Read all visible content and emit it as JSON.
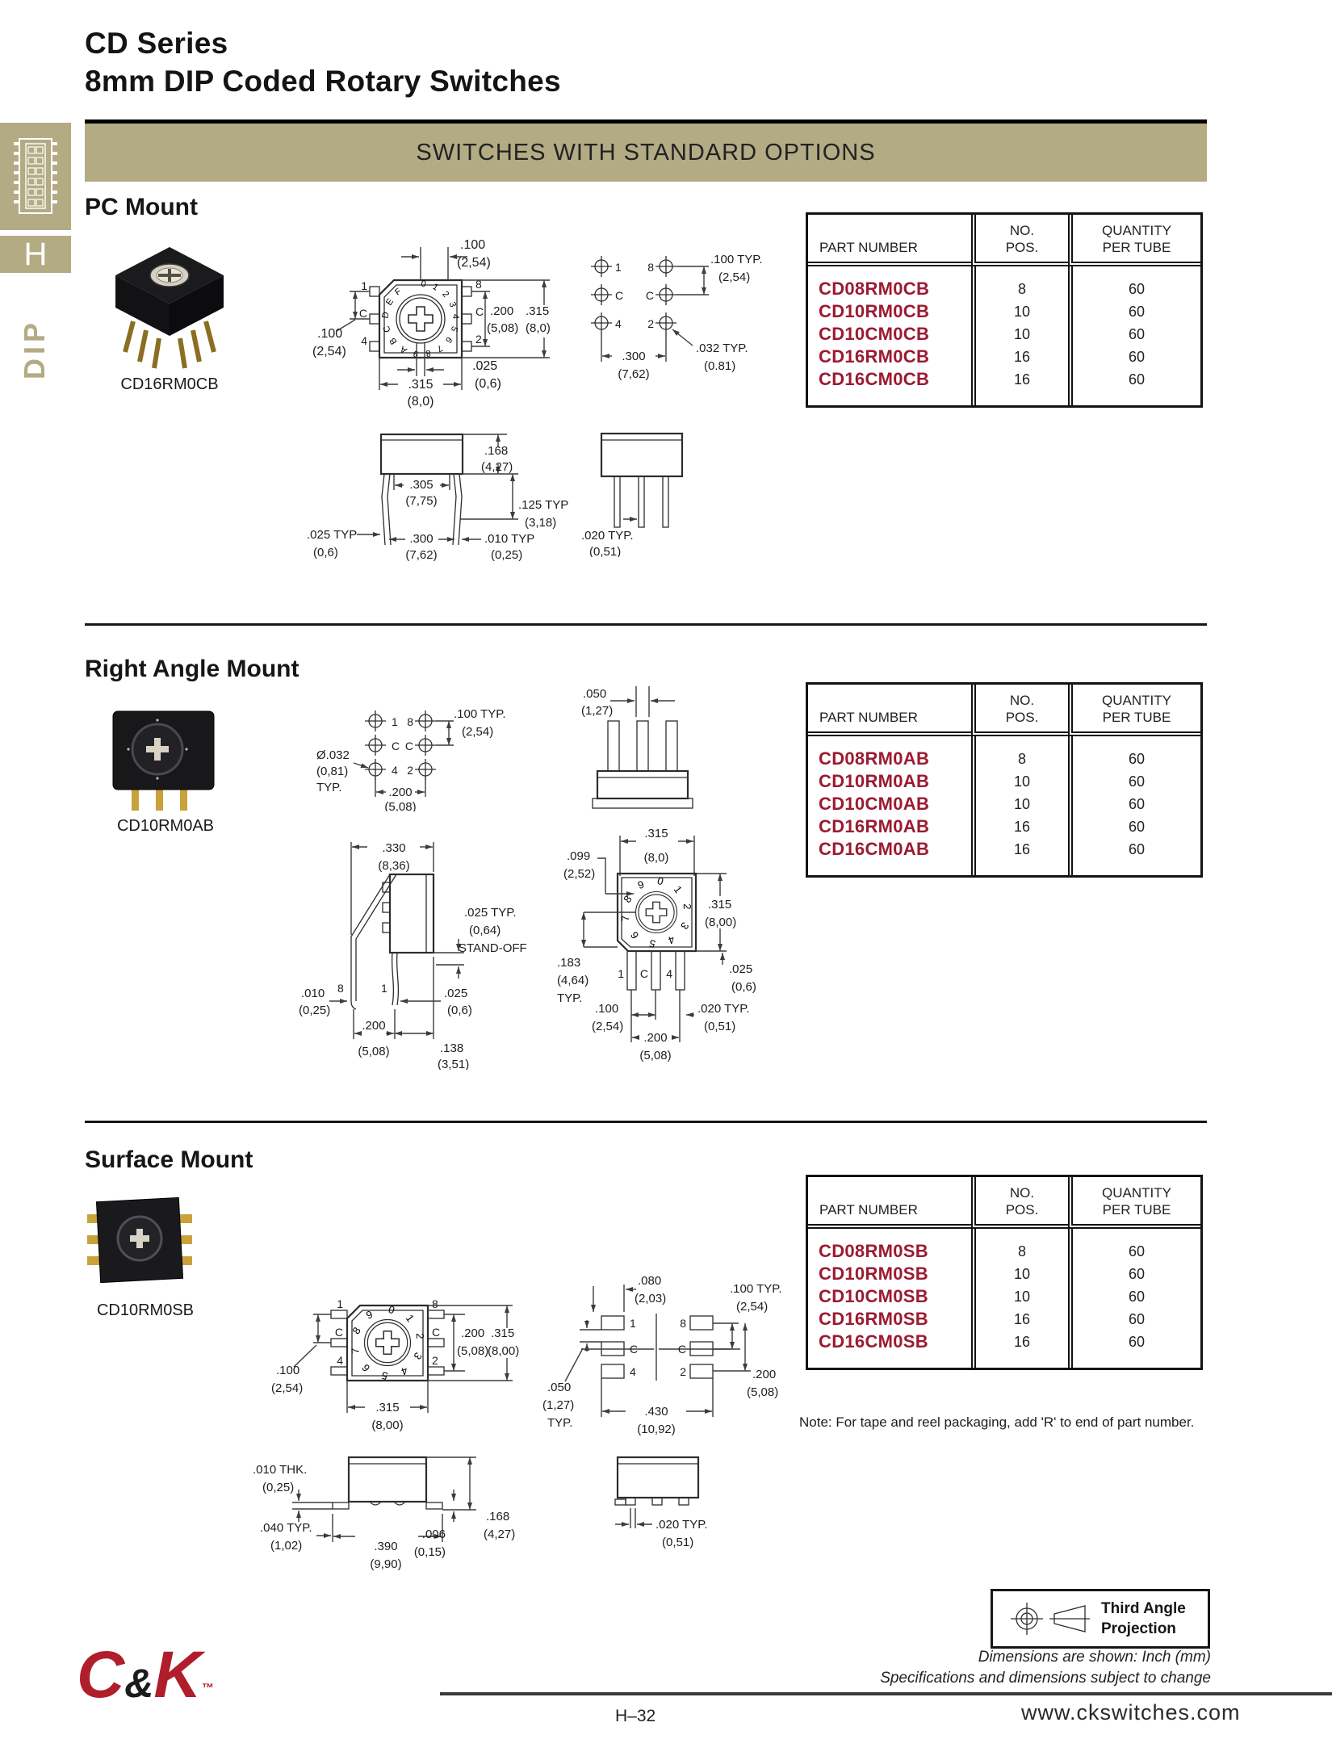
{
  "page": {
    "title_line1": "CD Series",
    "title_line2": "8mm DIP Coded Rotary Switches",
    "banner": "SWITCHES WITH STANDARD OPTIONS",
    "sidebar_tab": "H",
    "sidebar_vertical": "DIP",
    "page_number": "H–32",
    "website": "www.ckswitches.com",
    "footnote_line1": "Dimensions are shown: Inch (mm)",
    "footnote_line2": "Specifications and dimensions subject to change",
    "projection_line1": "Third Angle",
    "projection_line2": "Projection",
    "logo_c": "C",
    "logo_amp": "&",
    "logo_k": "K",
    "logo_tm": "™"
  },
  "table_headers": {
    "part": "PART NUMBER",
    "pos": "NO.\nPOS.",
    "qty": "QUANTITY\nPER TUBE"
  },
  "sections": [
    {
      "heading": "PC Mount",
      "photo_caption": "CD16RM0CB",
      "rows": [
        {
          "part": "CD08RM0CB",
          "pos": "8",
          "qty": "60"
        },
        {
          "part": "CD10RM0CB",
          "pos": "10",
          "qty": "60"
        },
        {
          "part": "CD10CM0CB",
          "pos": "10",
          "qty": "60"
        },
        {
          "part": "CD16RM0CB",
          "pos": "16",
          "qty": "60"
        },
        {
          "part": "CD16CM0CB",
          "pos": "16",
          "qty": "60"
        }
      ]
    },
    {
      "heading": "Right Angle Mount",
      "photo_caption": "CD10RM0AB",
      "rows": [
        {
          "part": "CD08RM0AB",
          "pos": "8",
          "qty": "60"
        },
        {
          "part": "CD10RM0AB",
          "pos": "10",
          "qty": "60"
        },
        {
          "part": "CD10CM0AB",
          "pos": "10",
          "qty": "60"
        },
        {
          "part": "CD16RM0AB",
          "pos": "16",
          "qty": "60"
        },
        {
          "part": "CD16CM0AB",
          "pos": "16",
          "qty": "60"
        }
      ]
    },
    {
      "heading": "Surface Mount",
      "photo_caption": "CD10RM0SB",
      "note": "Note: For tape and reel packaging, add 'R' to end of part number.",
      "rows": [
        {
          "part": "CD08RM0SB",
          "pos": "8",
          "qty": "60"
        },
        {
          "part": "CD10RM0SB",
          "pos": "10",
          "qty": "60"
        },
        {
          "part": "CD10CM0SB",
          "pos": "10",
          "qty": "60"
        },
        {
          "part": "CD16RM0SB",
          "pos": "16",
          "qty": "60"
        },
        {
          "part": "CD16CM0SB",
          "pos": "16",
          "qty": "60"
        }
      ]
    }
  ],
  "drawings": {
    "pc_top": {
      "dial": "0123456789ABCDEF",
      "pins_left": [
        "1",
        "C",
        "4"
      ],
      "pins_right": [
        "8",
        "C",
        "2"
      ],
      "dim_top": [
        ".100",
        "(2,54)"
      ],
      "dim_left": [
        ".100",
        "(2,54)"
      ],
      "dim_r200": [
        ".200",
        "(5,08)"
      ],
      "dim_r315": [
        ".315",
        "(8,0)"
      ],
      "dim_bottom": [
        ".315",
        "(8,0)"
      ],
      "dim_slot": [
        ".025",
        "(0,6)"
      ]
    },
    "pc_pcb": {
      "pins_left": [
        "1",
        "C",
        "4"
      ],
      "pins_right": [
        "8",
        "C",
        "2"
      ],
      "dim_pitch": [
        ".100 TYP.",
        "(2,54)"
      ],
      "dim_row": [
        ".300",
        "(7,62)"
      ],
      "dim_hole": [
        ".032 TYP.",
        "(0.81)"
      ]
    },
    "pc_front": {
      "dim_h": [
        ".168",
        "(4,27)"
      ],
      "dim_shoulder": [
        ".305",
        "(7,75)"
      ],
      "dim_leg": [
        ".125 TYP",
        "(3,18)"
      ],
      "dim_legw": [
        ".025 TYP",
        "(0,6)"
      ],
      "dim_span": [
        ".300",
        "(7,62)"
      ],
      "dim_legt": [
        ".010 TYP",
        "(0,25)"
      ]
    },
    "pc_side": {
      "dim_legt": [
        ".020 TYP.",
        "(0,51)"
      ]
    },
    "ra_pcb": {
      "pins_l": [
        "1",
        "C",
        "4"
      ],
      "pins_r": [
        "8",
        "C",
        "2"
      ],
      "dim_hole": [
        "Ø.032",
        "(0,81)",
        "TYP."
      ],
      "dim_pitch": [
        ".100 TYP.",
        "(2,54)"
      ],
      "dim_row": [
        ".200",
        "(5,08)"
      ]
    },
    "ra_top": {
      "dim_pin": [
        ".050",
        "(1,27)"
      ]
    },
    "ra_side": {
      "dim_w": [
        ".330",
        "(8,36)"
      ],
      "standoff": [
        ".025 TYP.",
        "(0,64)",
        "STAND-OFF"
      ],
      "pin8": "8",
      "pin1": "1",
      "dim_legt": [
        ".010",
        "(0,25)"
      ],
      "dim_span": [
        ".200",
        "(5,08)"
      ],
      "dim_back": [
        ".138",
        "(3,51)"
      ],
      "dim_legw": [
        ".025",
        "(0,6)"
      ]
    },
    "ra_front": {
      "dial": "0123456789",
      "pins": [
        "1",
        "C",
        "4"
      ],
      "dim_w": [
        ".315",
        "(8,0)"
      ],
      "dim_top": [
        ".099",
        "(2,52)"
      ],
      "dim_h": [
        ".315",
        "(8,00)"
      ],
      "dim_pin": [
        ".183",
        "(4,64)",
        "TYP."
      ],
      "dim_p1": [
        ".100",
        "(2,54)"
      ],
      "dim_p2": [
        ".200",
        "(5,08)"
      ],
      "dim_legt": [
        ".020 TYP.",
        "(0,51)"
      ],
      "dim_legw": [
        ".025",
        "(0,6)"
      ]
    },
    "sm_top": {
      "dial": "0123456789",
      "pins_left": [
        "1",
        "C",
        "4"
      ],
      "pins_right": [
        "8",
        "C",
        "2"
      ],
      "dim_left": [
        ".100",
        "(2,54)"
      ],
      "dim_r200": [
        ".200",
        "(5,08)"
      ],
      "dim_r315": [
        ".315",
        "(8,00)"
      ],
      "dim_bottom": [
        ".315",
        "(8,00)"
      ]
    },
    "sm_pads": {
      "pads_l": [
        "1",
        "C",
        "4"
      ],
      "pads_r": [
        "8",
        "C",
        "2"
      ],
      "dim_inner": [
        ".080",
        "(2,03)"
      ],
      "dim_pitch": [
        ".100 TYP.",
        "(2,54)"
      ],
      "dim_padw": [
        ".050",
        "(1,27)",
        "TYP."
      ],
      "dim_span": [
        ".430",
        "(10,92)"
      ],
      "dim_row": [
        ".200",
        "(5,08)"
      ]
    },
    "sm_side": {
      "dim_thk": [
        ".010 THK.",
        "(0,25)"
      ],
      "dim_foot": [
        ".040 TYP.",
        "(1,02)"
      ],
      "dim_w": [
        ".390",
        "(9,90)"
      ],
      "dim_h": [
        ".168",
        "(4,27)"
      ],
      "dim_stand": [
        ".006",
        "(0,15)"
      ]
    },
    "sm_end": {
      "dim_legt": [
        ".020 TYP.",
        "(0,51)"
      ]
    }
  }
}
